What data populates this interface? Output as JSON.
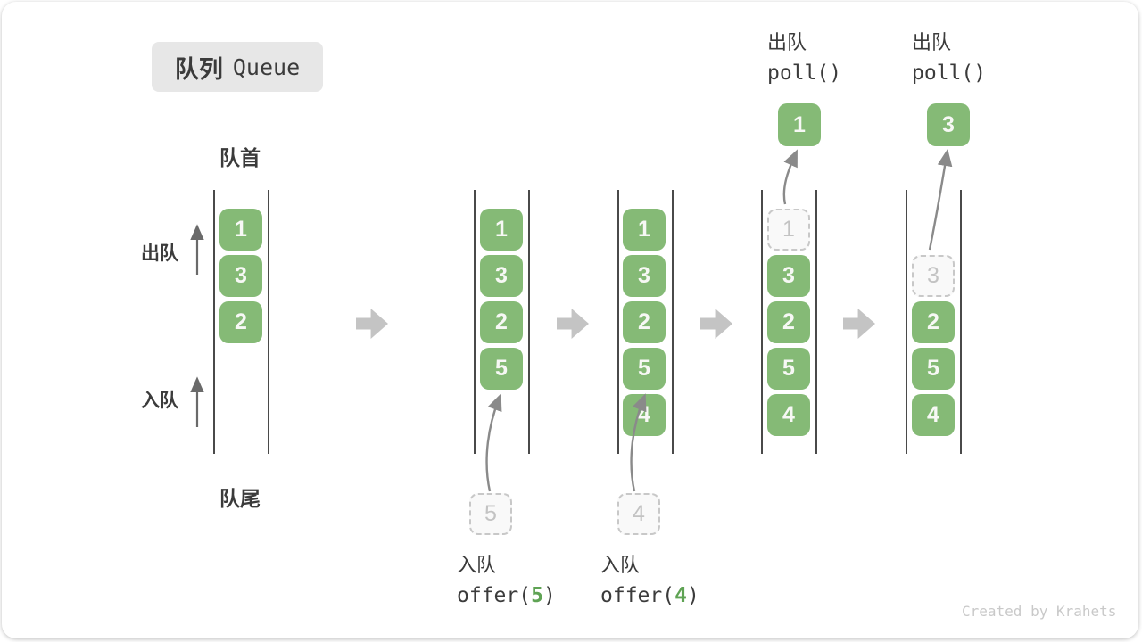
{
  "title": {
    "zh": "队列",
    "en": "Queue"
  },
  "labels": {
    "front": "队首",
    "rear": "队尾",
    "dequeue": "出队",
    "enqueue": "入队"
  },
  "credit": "Created by Krahets",
  "colors": {
    "cell_green": "#85ba76",
    "code_arg_green": "#5fa354",
    "block_arrow_grey": "#c4c4c4",
    "ghost_grey": "#c8c8c8",
    "text_dark": "#3b3b3b"
  },
  "queues": {
    "q1": {
      "cells": [
        "1",
        "3",
        "2"
      ]
    },
    "q2": {
      "cells": [
        "1",
        "3",
        "2",
        "5"
      ],
      "incoming": "5",
      "op": {
        "zh": "入队",
        "fn_open": "offer(",
        "arg": "5",
        "fn_close": ")"
      }
    },
    "q3": {
      "cells": [
        "1",
        "3",
        "2",
        "5",
        "4"
      ],
      "incoming": "4",
      "op": {
        "zh": "入队",
        "fn_open": "offer(",
        "arg": "4",
        "fn_close": ")"
      }
    },
    "q4": {
      "removed": "1",
      "cells": [
        "3",
        "2",
        "5",
        "4"
      ],
      "popped": "1",
      "op": {
        "zh": "出队",
        "fn": "poll()"
      }
    },
    "q5": {
      "removed": "3",
      "cells": [
        "2",
        "5",
        "4"
      ],
      "popped": "3",
      "op": {
        "zh": "出队",
        "fn": "poll()"
      }
    }
  }
}
